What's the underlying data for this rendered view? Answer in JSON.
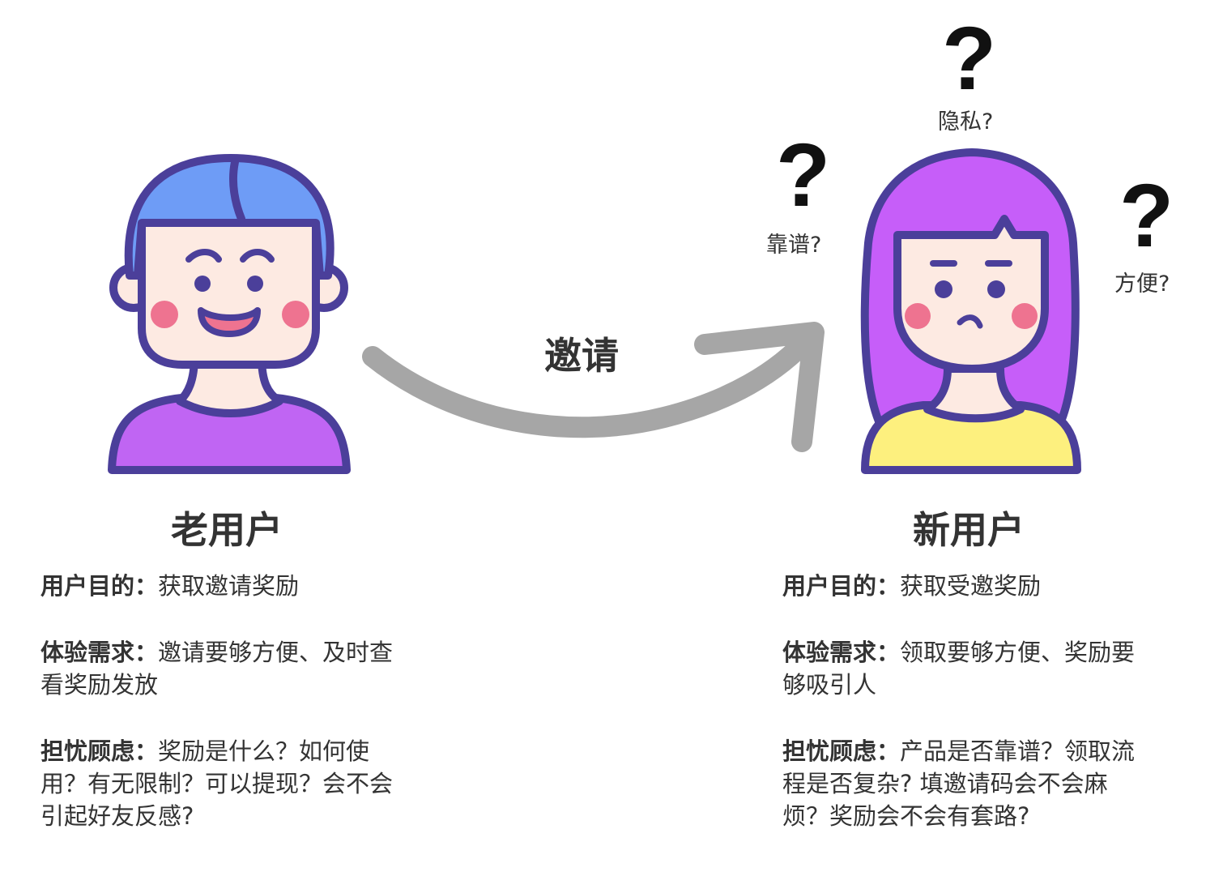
{
  "arrow_label": "邀请",
  "old_user": {
    "title": "老用户",
    "rows": [
      {
        "label": "用户目的：",
        "text": "获取邀请奖励"
      },
      {
        "label": "体验需求：",
        "text": "邀请要够方便、及时查看奖励发放"
      },
      {
        "label": "担忧顾虑：",
        "text": "奖励是什么？如何使用？有无限制？可以提现？会不会引起好友反感?"
      }
    ]
  },
  "new_user": {
    "title": "新用户",
    "questions": [
      "隐私?",
      "靠谱?",
      "方便?"
    ],
    "rows": [
      {
        "label": "用户目的：",
        "text": "获取受邀奖励"
      },
      {
        "label": "体验需求：",
        "text": "领取要够方便、奖励要够吸引人"
      },
      {
        "label": "担忧顾虑：",
        "text": "产品是否靠谱？领取流程是否复杂? 填邀请码会不会麻烦？奖励会不会有套路?"
      }
    ]
  },
  "question_mark": "?",
  "colors": {
    "outline": "#4b3f9a",
    "skin": "#fdeae2",
    "cheek": "#ee7390",
    "boy_hair": "#6e9cf6",
    "boy_shirt": "#c065f3",
    "girl_hair": "#c65ef9",
    "girl_shirt": "#fdf07e",
    "arrow": "#a6a6a6"
  }
}
